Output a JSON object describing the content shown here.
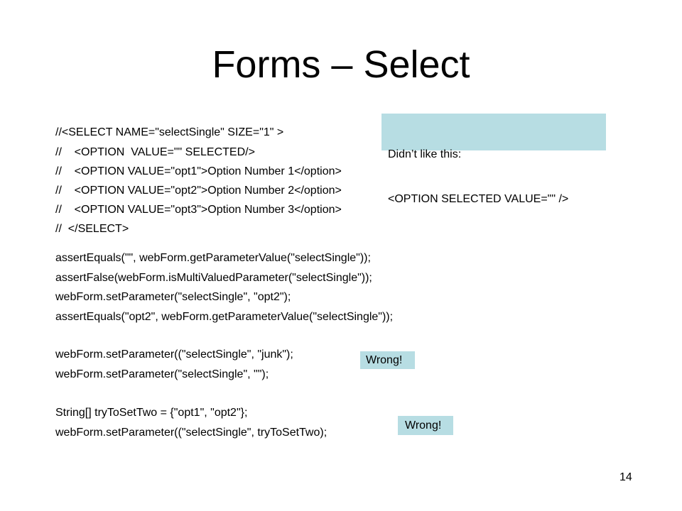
{
  "slide": {
    "title": "Forms – Select",
    "code_comment_lines": [
      "//<SELECT NAME=\"selectSingle\" SIZE=\"1\" >",
      "//    <OPTION  VALUE=\"\" SELECTED/>",
      "//    <OPTION VALUE=\"opt1\">Option Number 1</option>",
      "//    <OPTION VALUE=\"opt2\">Option Number 2</option>",
      "//    <OPTION VALUE=\"opt3\">Option Number 3</option>",
      "//  </SELECT>"
    ],
    "code_lines": [
      "assertEquals(\"\", webForm.getParameterValue(\"selectSingle\"));",
      "assertFalse(webForm.isMultiValuedParameter(\"selectSingle\"));",
      "webForm.setParameter(\"selectSingle\", \"opt2\");",
      "assertEquals(\"opt2\", webForm.getParameterValue(\"selectSingle\"));",
      "webForm.setParameter((\"selectSingle\", \"junk\");",
      "webForm.setParameter(\"selectSingle\", \"\");",
      "String[] tryToSetTwo = {\"opt1\", \"opt2\"};",
      "webForm.setParameter((\"selectSingle\", tryToSetTwo);"
    ],
    "callouts": [
      {
        "lines": [
          "Didn’t like this:",
          "<OPTION SELECTED VALUE=\"\" />"
        ]
      },
      {
        "text": "Wrong!"
      },
      {
        "text": "Wrong!"
      }
    ],
    "page_number": "14",
    "colors": {
      "callout_background": "#b7dde3",
      "text": "#000000",
      "background": "#ffffff"
    }
  }
}
